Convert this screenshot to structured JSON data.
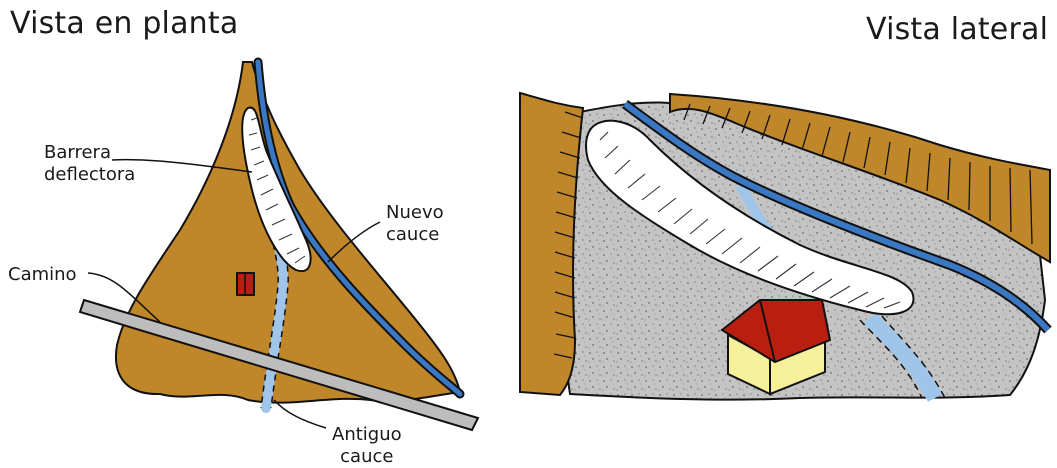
{
  "titles": {
    "plan": "Vista en planta",
    "side": "Vista lateral"
  },
  "labels": {
    "barrier_line1": "Barrera",
    "barrier_line2": "deflectora",
    "new_channel_line1": "Nuevo",
    "new_channel_line2": "cauce",
    "road": "Camino",
    "old_channel_line1": "Antiguo",
    "old_channel_line2": "cauce"
  },
  "colors": {
    "fan": "#c0862a",
    "gravel": "#c4c4c4",
    "new_channel": "#3b78c4",
    "old_channel": "#9fc6ea",
    "road": "#bdbdbd",
    "house_roof": "#b81f10",
    "house_wall": "#f6f09a",
    "barrier": "#ffffff"
  }
}
